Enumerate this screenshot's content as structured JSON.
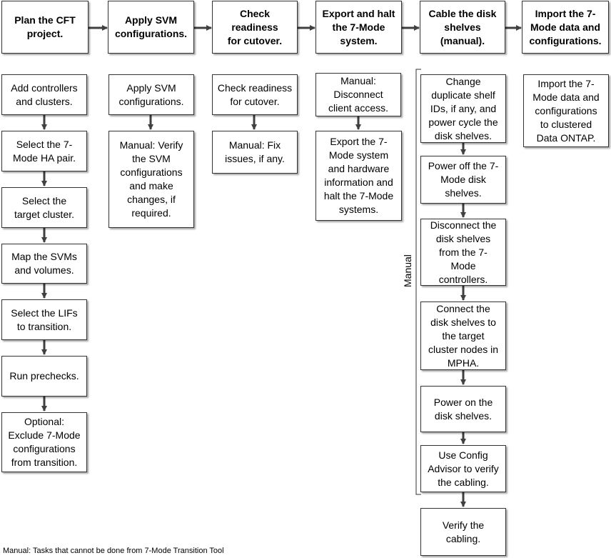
{
  "phases": [
    {
      "title": "Plan the CFT\nproject.",
      "steps": [
        "Add controllers\nand clusters.",
        "Select the 7-\nMode HA pair.",
        "Select the\ntarget cluster.",
        "Map the SVMs\nand volumes.",
        "Select the LIFs\nto transition.",
        "Run prechecks.",
        "Optional:\nExclude 7-Mode\nconfigurations\nfrom transition."
      ]
    },
    {
      "title": "Apply SVM\nconfigurations.",
      "steps": [
        "Apply SVM\nconfigurations.",
        "Manual: Verify\nthe SVM\nconfigurations\nand make\nchanges, if\nrequired."
      ]
    },
    {
      "title": "Check readiness\nfor cutover.",
      "steps": [
        "Check readiness\nfor cutover.",
        "Manual: Fix\nissues, if any."
      ]
    },
    {
      "title": "Export and halt\nthe 7-Mode\nsystem.",
      "steps": [
        "Manual:\nDisconnect\nclient access.",
        "Export the 7-\nMode system\nand hardware\ninformation and\nhalt the 7-Mode\nsystems."
      ]
    },
    {
      "title": "Cable the disk\nshelves\n(manual).",
      "steps": [
        "Change\nduplicate shelf\nIDs, if any, and\npower cycle the\ndisk shelves.",
        "Power off the 7-\nMode disk\nshelves.",
        "Disconnect the\ndisk shelves\nfrom the 7-\nMode\ncontrollers.",
        "Connect the\ndisk shelves to\nthe target\ncluster nodes in\nMPHA.",
        "Power on the\ndisk shelves.",
        "Use Config\nAdvisor to verify\nthe cabling.",
        "Verify the\ncabling."
      ]
    },
    {
      "title": "Import the 7-\nMode data and\nconfigurations.",
      "steps": [
        "Import the 7-\nMode data and\nconfigurations\nto clustered\nData ONTAP."
      ]
    }
  ],
  "manual_bracket_label": "Manual",
  "footnote": "Manual: Tasks that cannot be done from 7-Mode Transition Tool"
}
